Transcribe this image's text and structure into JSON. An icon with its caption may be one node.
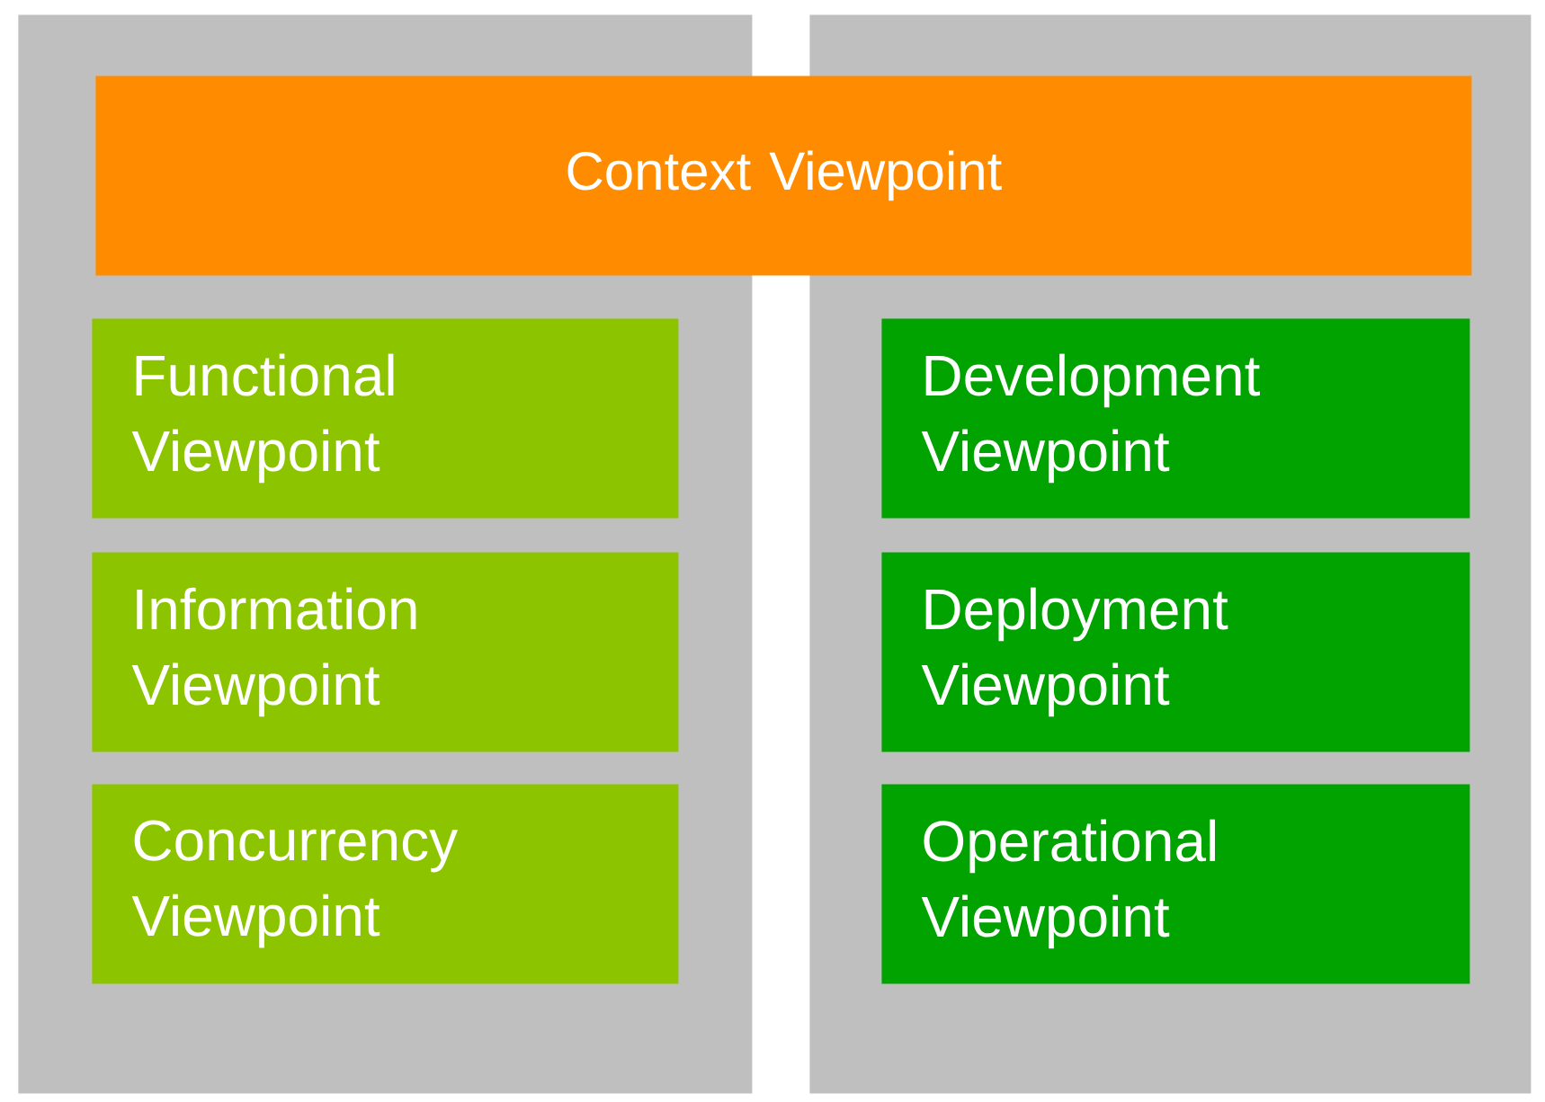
{
  "diagram": {
    "nodes": [
      {
        "text": [],
        "shape": "box"
      },
      {
        "text": [],
        "shape": "box"
      },
      {
        "text": [
          "Context Viewpoint"
        ]
      },
      {
        "text": [
          "Functional Viewpoint"
        ],
        "in": 0
      },
      {
        "text": [
          "Development Viewpoint"
        ],
        "in": 1
      },
      {
        "text": [
          "Information Viewpoint"
        ],
        "in": 0
      },
      {
        "text": [
          "Deployment Viewpoint"
        ],
        "in": 1
      },
      {
        "text": [
          "Concurrency Viewpoint"
        ],
        "in": 0
      },
      {
        "text": [
          "Operational Viewpoint"
        ],
        "in": 1
      }
    ]
  }
}
